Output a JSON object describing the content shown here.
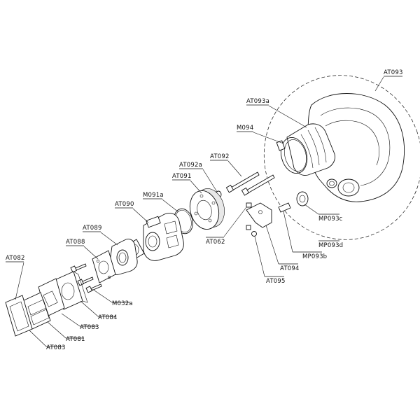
{
  "diagram": {
    "labels": {
      "AT093": "AT093",
      "AT093a": "AT093a",
      "M094": "M094",
      "AT092": "AT092",
      "AT092a": "AT092a",
      "AT091": "AT091",
      "M091a": "M091a",
      "AT090": "AT090",
      "AT089": "AT089",
      "AT088": "AT088",
      "AT082": "AT082",
      "AT062": "AT062",
      "MP093c": "MP093c",
      "MP093d": "MP093d",
      "MP093b": "MP093b",
      "AT094": "AT094",
      "AT095": "AT095",
      "M032a": "M032a",
      "AT084": "AT084",
      "AT083_a": "AT083",
      "AT081": "AT081",
      "AT083_b": "AT083"
    }
  }
}
